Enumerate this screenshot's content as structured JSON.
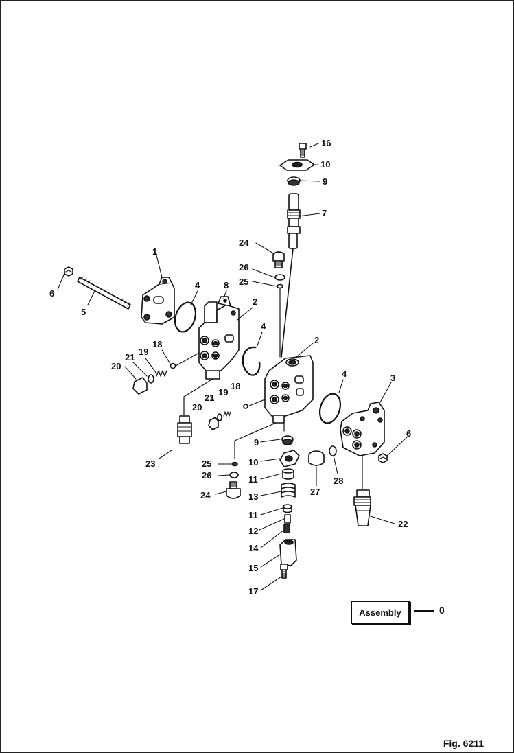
{
  "callouts": [
    {
      "id": "c16",
      "text": "16"
    },
    {
      "id": "c10a",
      "text": "10"
    },
    {
      "id": "c9a",
      "text": "9"
    },
    {
      "id": "c7",
      "text": "7"
    },
    {
      "id": "c24a",
      "text": "24"
    },
    {
      "id": "c26a",
      "text": "26"
    },
    {
      "id": "c25a",
      "text": "25"
    },
    {
      "id": "c1",
      "text": "1"
    },
    {
      "id": "c6a",
      "text": "6"
    },
    {
      "id": "c5",
      "text": "5"
    },
    {
      "id": "c4a",
      "text": "4"
    },
    {
      "id": "c8",
      "text": "8"
    },
    {
      "id": "c2a",
      "text": "2"
    },
    {
      "id": "c4b",
      "text": "4"
    },
    {
      "id": "c2b",
      "text": "2"
    },
    {
      "id": "c18a",
      "text": "18"
    },
    {
      "id": "c19a",
      "text": "19"
    },
    {
      "id": "c21a",
      "text": "21"
    },
    {
      "id": "c20a",
      "text": "20"
    },
    {
      "id": "c21b",
      "text": "21"
    },
    {
      "id": "c19b",
      "text": "19"
    },
    {
      "id": "c18b",
      "text": "18"
    },
    {
      "id": "c20b",
      "text": "20"
    },
    {
      "id": "c23",
      "text": "23"
    },
    {
      "id": "c4c",
      "text": "4"
    },
    {
      "id": "c3",
      "text": "3"
    },
    {
      "id": "c6b",
      "text": "6"
    },
    {
      "id": "c9b",
      "text": "9"
    },
    {
      "id": "c25b",
      "text": "25"
    },
    {
      "id": "c10b",
      "text": "10"
    },
    {
      "id": "c26b",
      "text": "26"
    },
    {
      "id": "c11a",
      "text": "11"
    },
    {
      "id": "c24b",
      "text": "24"
    },
    {
      "id": "c13",
      "text": "13"
    },
    {
      "id": "c11b",
      "text": "11"
    },
    {
      "id": "c12",
      "text": "12"
    },
    {
      "id": "c14",
      "text": "14"
    },
    {
      "id": "c15",
      "text": "15"
    },
    {
      "id": "c17",
      "text": "17"
    },
    {
      "id": "c27",
      "text": "27"
    },
    {
      "id": "c28",
      "text": "28"
    },
    {
      "id": "c22",
      "text": "22"
    }
  ],
  "assembly": {
    "label": "Assembly",
    "number": "0"
  },
  "figure_label": "Fig. 6211"
}
